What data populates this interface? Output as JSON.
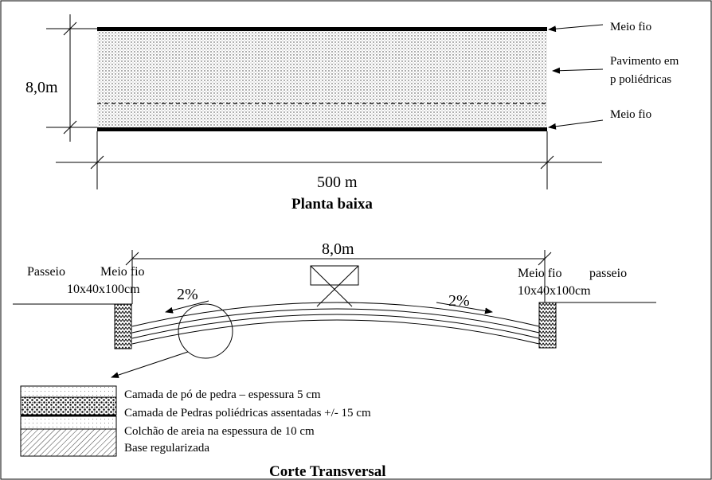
{
  "planta": {
    "label_meio_fio_top": "Meio fio",
    "label_pavimento_1": "Pavimento em",
    "label_pavimento_2": "p poliédricas",
    "label_meio_fio_bottom": "Meio fio",
    "dim_width": "8,0m",
    "dim_length": "500 m",
    "title": "Planta baixa"
  },
  "corte": {
    "dim_width": "8,0m",
    "left_passeio": "Passeio",
    "left_meio_fio": "Meio fio",
    "left_size": "10x40x100cm",
    "right_meio_fio": "Meio fio",
    "right_passeio": "passeio",
    "right_size": "10x40x100cm",
    "slope_left": "2%",
    "slope_right": "2%",
    "title": "Corte Transversal"
  },
  "legend": {
    "items": [
      {
        "label": "Camada de pó de pedra – espessura 5 cm"
      },
      {
        "label": "Camada de Pedras poliédricas assentadas +/- 15 cm"
      },
      {
        "label": "Colchão de areia na espessura de 10 cm"
      },
      {
        "label": "Base regularizada"
      }
    ]
  }
}
